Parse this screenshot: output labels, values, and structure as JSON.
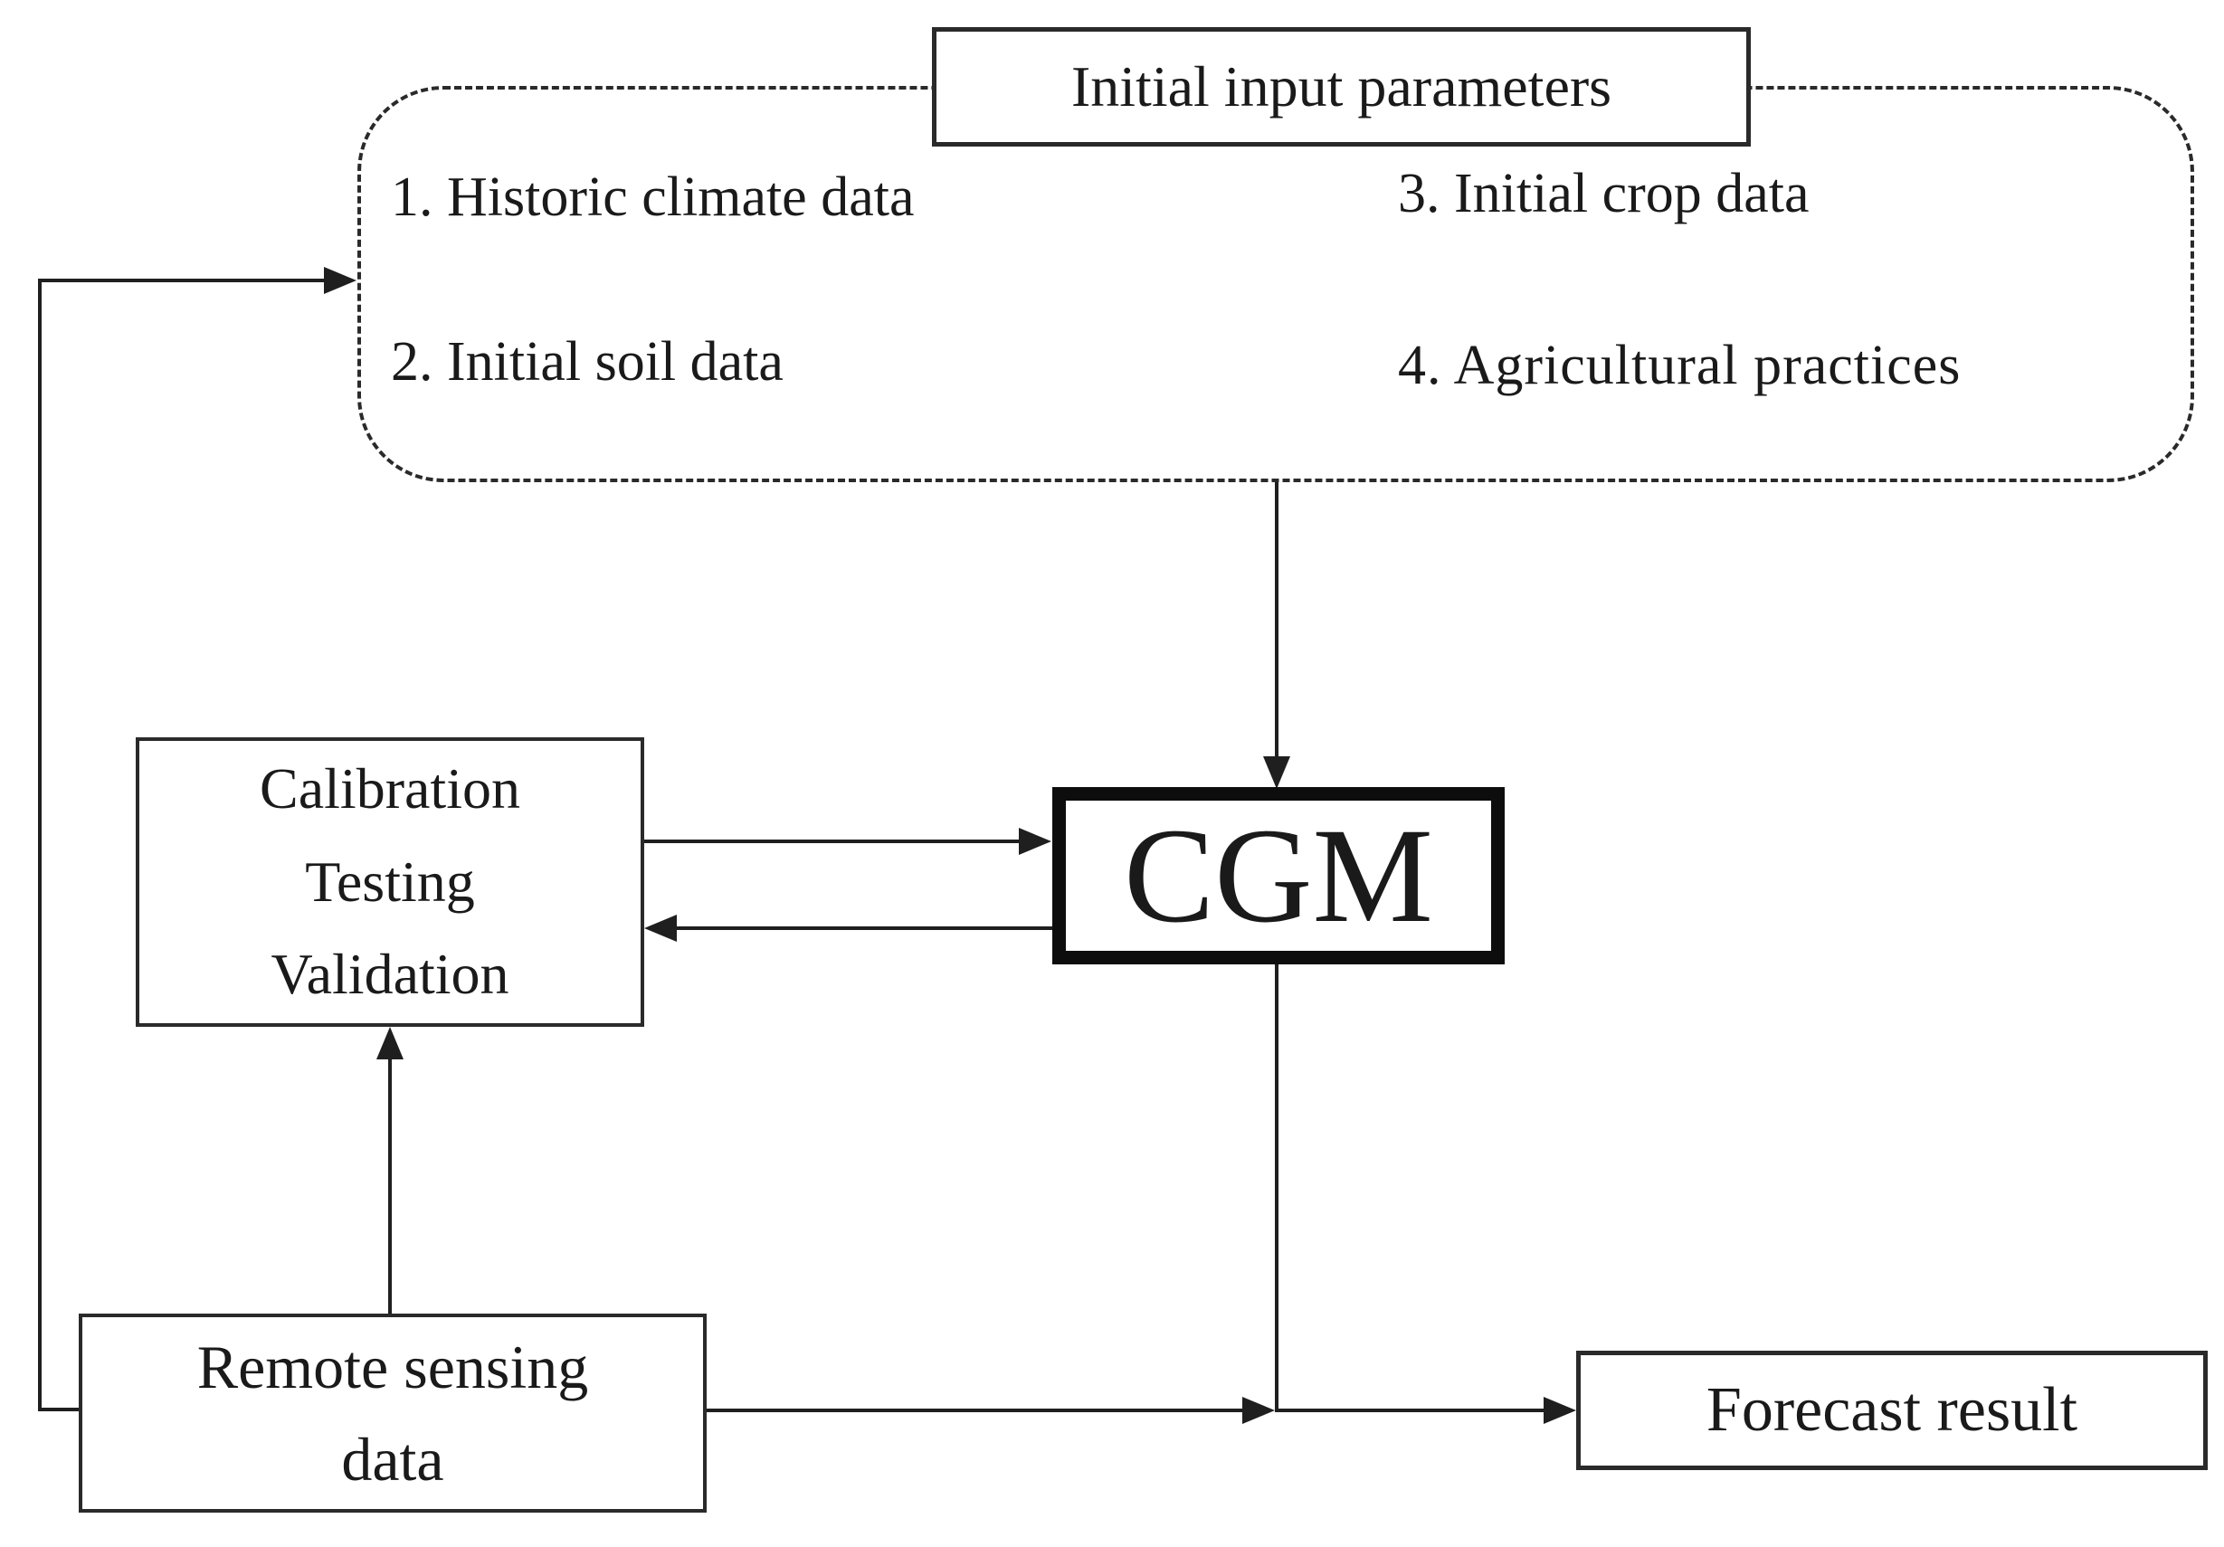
{
  "diagram": {
    "input_group": {
      "title": "Initial input parameters",
      "items": [
        "1. Historic climate data",
        "2. Initial soil data",
        "3. Initial crop data",
        "4. Agricultural practices"
      ]
    },
    "cgm": {
      "label": "CGM"
    },
    "calibration": {
      "lines": [
        "Calibration",
        "Testing",
        "Validation"
      ]
    },
    "remote_sensing": {
      "lines": [
        "Remote sensing",
        "data"
      ]
    },
    "forecast": {
      "label": "Forecast result"
    },
    "colors": {
      "line": "#1f1f1f",
      "box_border": "#2a2a2a",
      "background": "#ffffff"
    }
  }
}
